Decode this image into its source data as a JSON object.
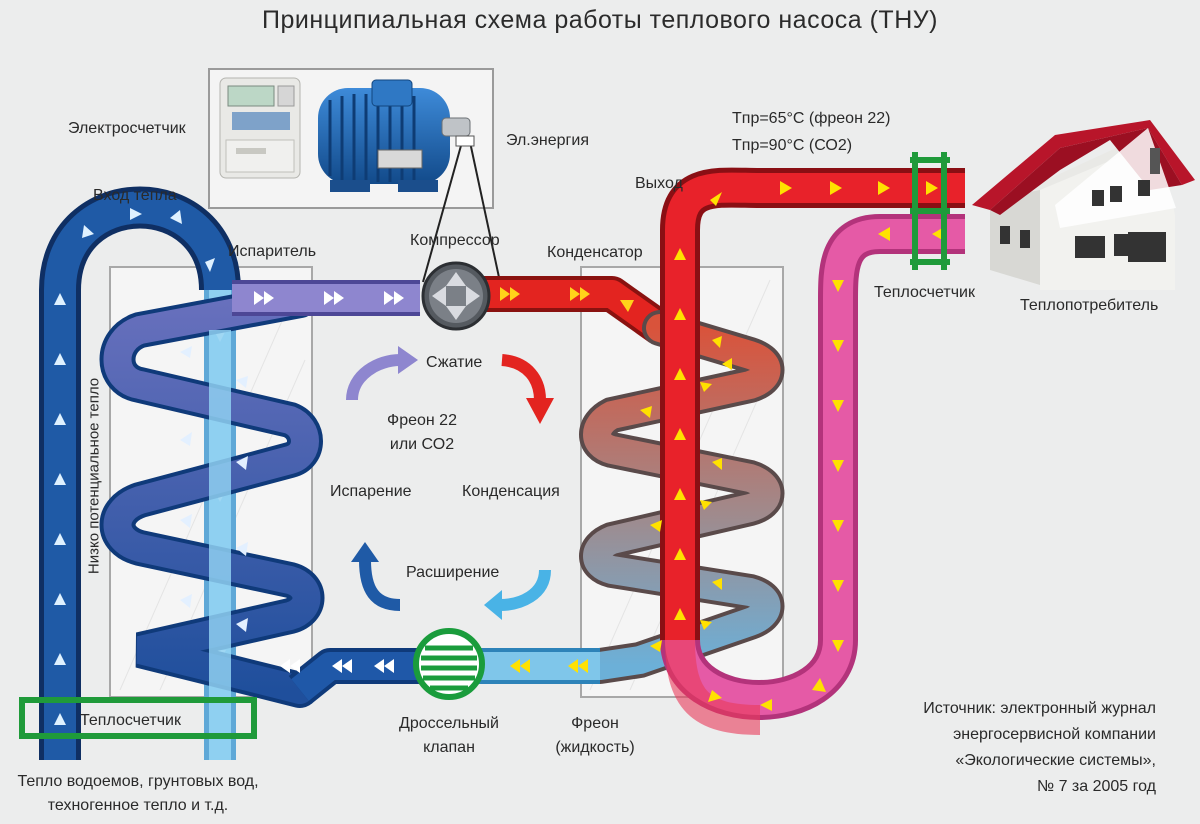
{
  "title": "Принципиальная схема работы теплового насоса (ТНУ)",
  "labels": {
    "electricity_meter": "Электросчетчик",
    "electric_energy": "Эл.энергия",
    "heat_input": "Вход тепла",
    "evaporator": "Испаритель",
    "compressor": "Компрессор",
    "condenser": "Конденсатор",
    "output": "Выход",
    "temp_freon22": "Tпр=65°С (фреон 22)",
    "temp_co2": "Tпр=90°С (СО2)",
    "heat_meter_right": "Теплосчетчик",
    "heat_consumer": "Теплопотребитель",
    "low_potential_heat": "Низко потенциальное тепло",
    "compression": "Сжатие",
    "refrigerant_line1": "Фреон 22",
    "refrigerant_line2": "или СО2",
    "evaporation": "Испарение",
    "condensation": "Конденсация",
    "expansion": "Расширение",
    "heat_meter_left": "Теплосчетчик",
    "throttle_line1": "Дроссельный",
    "throttle_line2": "клапан",
    "freon_liquid_line1": "Фреон",
    "freon_liquid_line2": "(жидкость)",
    "heat_sources_line1": "Тепло водоемов, грунтовых вод,",
    "heat_sources_line2": "техногенное тепло и т.д.",
    "source_line1": "Источник: электронный журнал",
    "source_line2": "энергосервисной компании",
    "source_line3": "«Экологические системы»,",
    "source_line4": "№ 7 за 2005 год"
  },
  "colors": {
    "cold_pipe": "#1f5aa6",
    "cold_return": "#7fc6ea",
    "low_pressure_gas": "#8e86cf",
    "hot_gas": "#e32420",
    "hot_water_out": "#e8222a",
    "return_water": "#e55aa6",
    "heat_meter": "#1f9a3a",
    "throttle_valve": "#1a9c3c",
    "roof": "#b8152a"
  }
}
